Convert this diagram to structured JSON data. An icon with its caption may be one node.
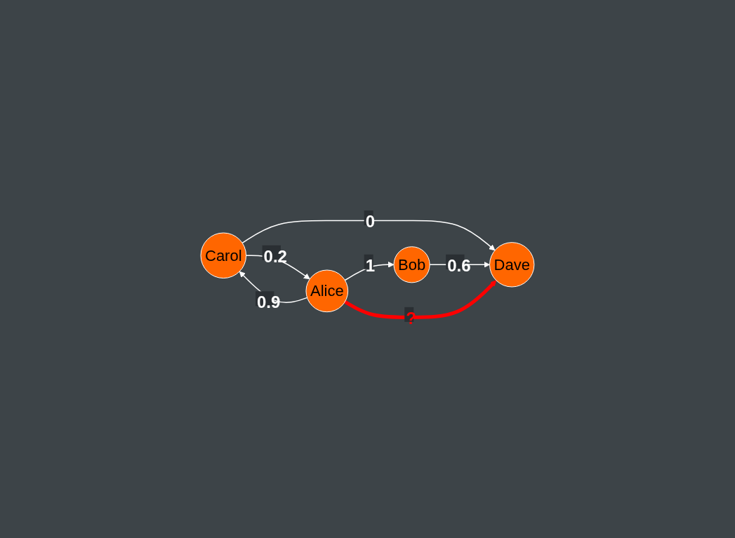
{
  "diagram": {
    "nodes": [
      {
        "text": [
          "Carol"
        ]
      },
      {
        "text": [
          "Dave"
        ]
      },
      {
        "text": [
          "Alice"
        ]
      },
      {
        "text": [
          "Bob"
        ]
      }
    ],
    "edges": [
      {
        "from": 0,
        "to": 1,
        "arrow": "to",
        "label": "0"
      },
      {
        "from": 0,
        "to": 2,
        "arrow": "to",
        "label": "0.2"
      },
      {
        "from": 2,
        "to": 0,
        "arrow": "to",
        "label": "0.9"
      },
      {
        "from": 2,
        "to": 3,
        "arrow": "to",
        "label": "1"
      },
      {
        "from": 3,
        "to": 1,
        "arrow": "to",
        "label": "0.6"
      },
      {
        "from": 2,
        "to": 1,
        "arrow": "to",
        "label": "?",
        "style": "thick",
        "color": "#ff0000"
      }
    ]
  }
}
